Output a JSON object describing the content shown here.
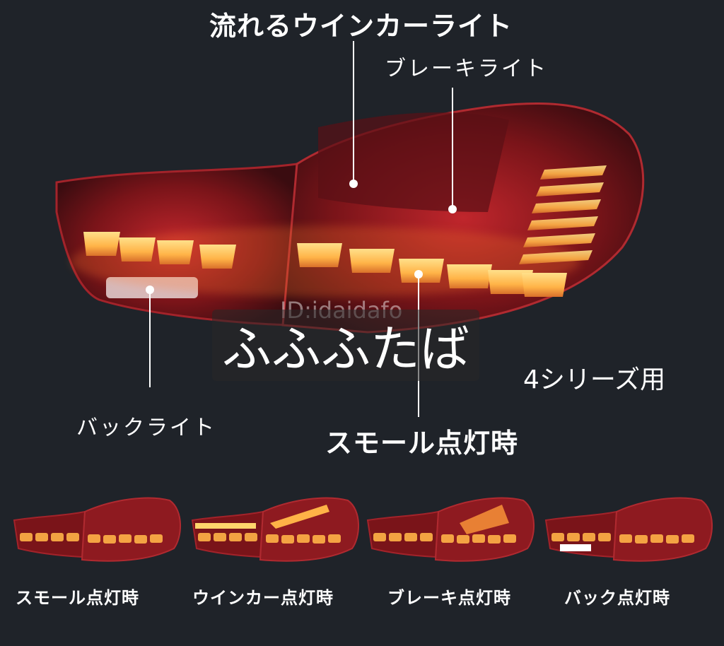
{
  "labels": {
    "turn_signal": "流れるウインカーライト",
    "brake_light": "ブレーキライト",
    "back_light": "バックライト",
    "small_light": "スモール点灯時",
    "series": "4シリーズ用"
  },
  "watermark": {
    "id_text": "ID:idaidafo",
    "main_text": "ふふふたば"
  },
  "thumbnails": [
    {
      "label": "スモール点灯時",
      "mode": "small"
    },
    {
      "label": "ウインカー点灯時",
      "mode": "turn"
    },
    {
      "label": "ブレーキ点灯時",
      "mode": "brake"
    },
    {
      "label": "バック点灯時",
      "mode": "back"
    }
  ],
  "colors": {
    "background": "#1f2329",
    "lens_red": "#8e1a20",
    "lens_dark": "#3a0c10",
    "led_amber": "#ffb347",
    "text": "#ffffff"
  }
}
